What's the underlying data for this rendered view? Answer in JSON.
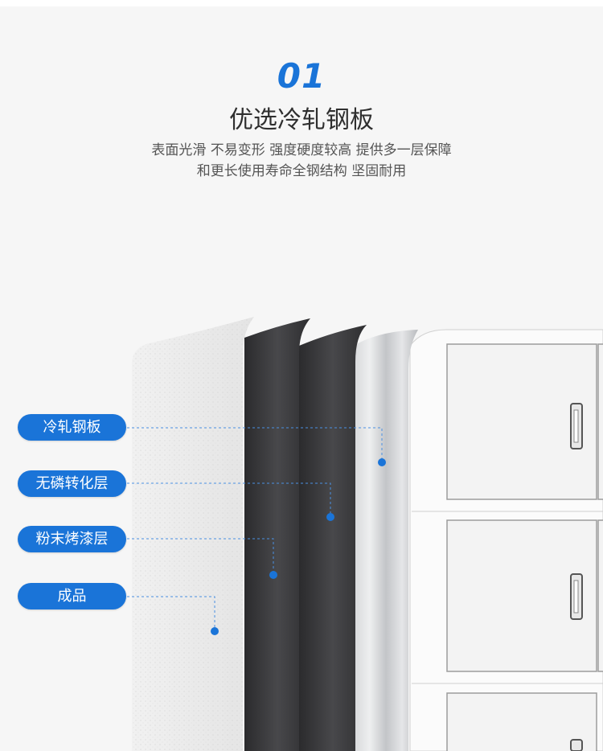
{
  "header": {
    "number": "01",
    "title": "优选冷轧钢板",
    "desc_line1": "表面光滑 不易变形 强度硬度较高 提供多一层保障",
    "desc_line2": "和更长使用寿命全钢结构 坚固耐用"
  },
  "layers": [
    {
      "label": "冷轧钢板"
    },
    {
      "label": "无磷转化层"
    },
    {
      "label": "粉末烤漆层"
    },
    {
      "label": "成品"
    }
  ],
  "colors": {
    "accent": "#1a74d8",
    "dark_layer": "#3a3a3c",
    "panel_white": "#f4f4f4"
  },
  "icons": [
    "door-handle-icon",
    "door-handle-icon",
    "door-handle-icon"
  ]
}
